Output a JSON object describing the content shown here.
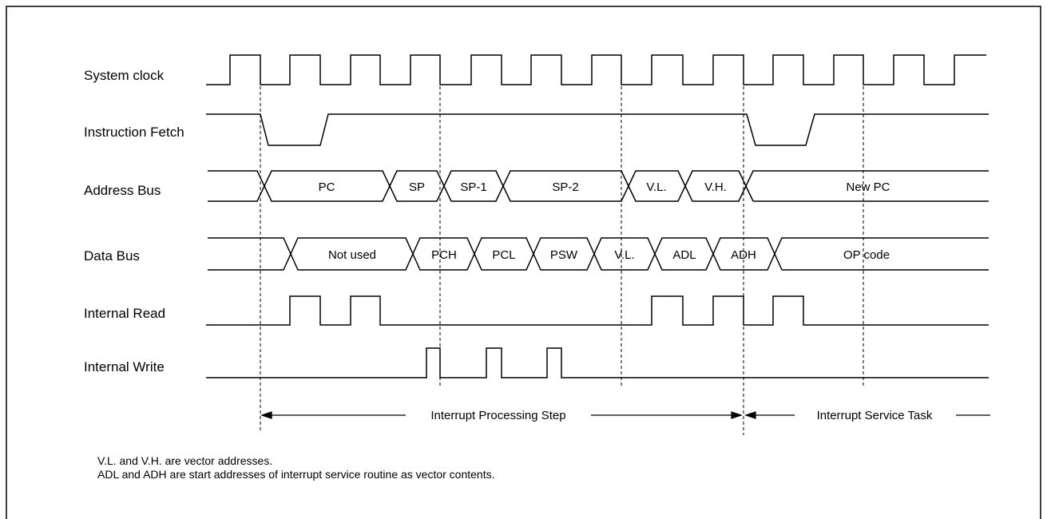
{
  "diagram": {
    "signals": {
      "system_clock": "System clock",
      "instruction_fetch": "Instruction Fetch",
      "address_bus": "Address Bus",
      "data_bus": "Data Bus",
      "internal_read": "Internal Read",
      "internal_write": "Internal Write"
    },
    "address_bus_segments": [
      "PC",
      "SP",
      "SP-1",
      "SP-2",
      "V.L.",
      "V.H.",
      "New PC"
    ],
    "data_bus_segments": [
      "Not used",
      "PCH",
      "PCL",
      "PSW",
      "V.L.",
      "ADL",
      "ADH",
      "OP code"
    ],
    "phases": {
      "processing": "Interrupt Processing Step",
      "service": "Interrupt Service Task"
    },
    "notes": [
      "V.L. and V.H. are vector addresses.",
      "ADL and ADH are start addresses of interrupt service routine as vector contents."
    ]
  }
}
